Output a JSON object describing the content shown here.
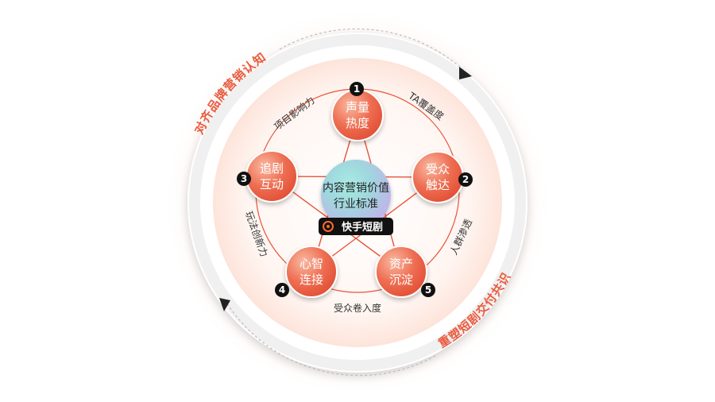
{
  "diagram": {
    "center": {
      "line1": "内容营销价值",
      "line2": "行业标准",
      "brand": "快手短剧"
    },
    "nodes": [
      {
        "num": "1",
        "line1": "声量",
        "line2": "热度"
      },
      {
        "num": "2",
        "line1": "受众",
        "line2": "触达"
      },
      {
        "num": "5",
        "line1": "资产",
        "line2": "沉淀"
      },
      {
        "num": "4",
        "line1": "心智",
        "line2": "连接"
      },
      {
        "num": "3",
        "line1": "追剧",
        "line2": "互动"
      }
    ],
    "edge_labels": [
      "TA覆盖度",
      "人群渗透",
      "受众卷入度",
      "玩法创新力",
      "项目影响力"
    ],
    "ring_labels": {
      "top_left": "对齐品牌营销认知",
      "bottom_right": "重塑短剧交付共识"
    },
    "colors": {
      "accent": "#ea5b3f",
      "node_light": "#f8ad94",
      "node_dark": "#e8543a",
      "badge": "#111111",
      "center_teal": "#7ed6cf",
      "center_purple": "#b9a6e6"
    }
  }
}
